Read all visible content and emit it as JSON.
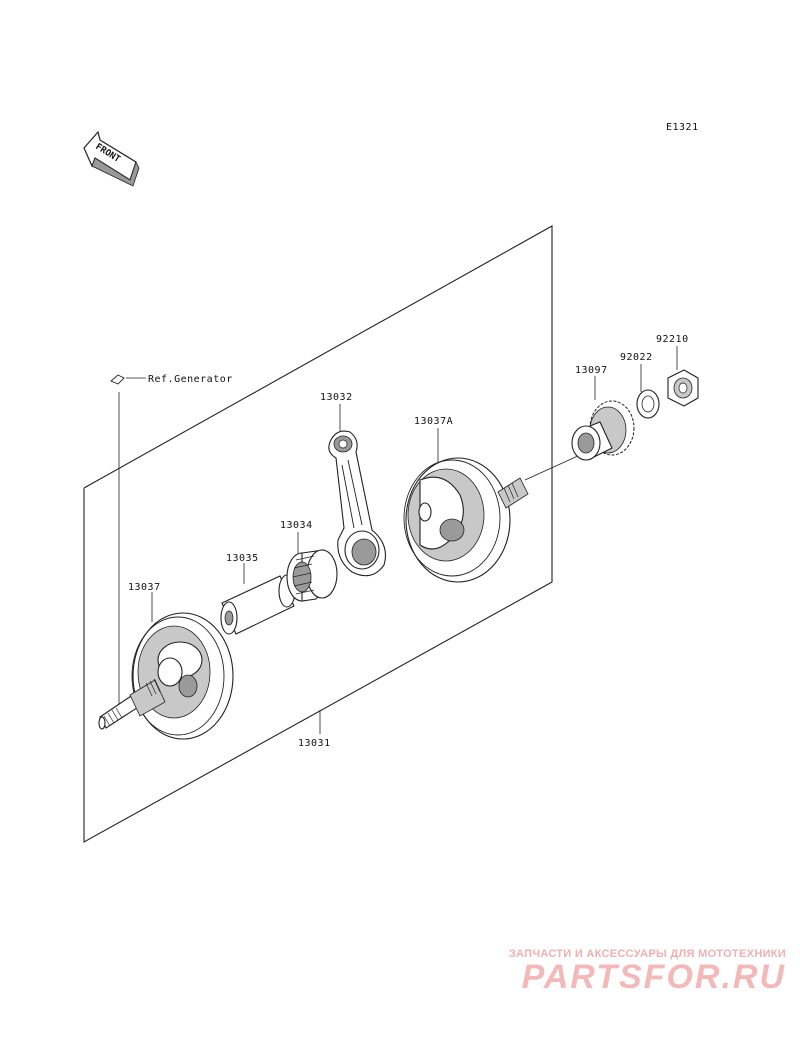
{
  "diagram_code": "E1321",
  "front_label": "FRONT",
  "ref_label": "Ref.Generator",
  "parts": {
    "crankshaft_assy": "13031",
    "connecting_rod": "13032",
    "needle_bearing": "13034",
    "crank_pin": "13035",
    "flywheel_left": "13037",
    "flywheel_right": "13037A",
    "drive_gear": "13097",
    "washer": "92022",
    "nut": "92210"
  },
  "watermark": {
    "tagline": "ЗАПЧАСТИ И АКСЕССУАРЫ ДЛЯ МОТОТЕХНИКИ",
    "brand": "PARTSFOR.RU"
  }
}
